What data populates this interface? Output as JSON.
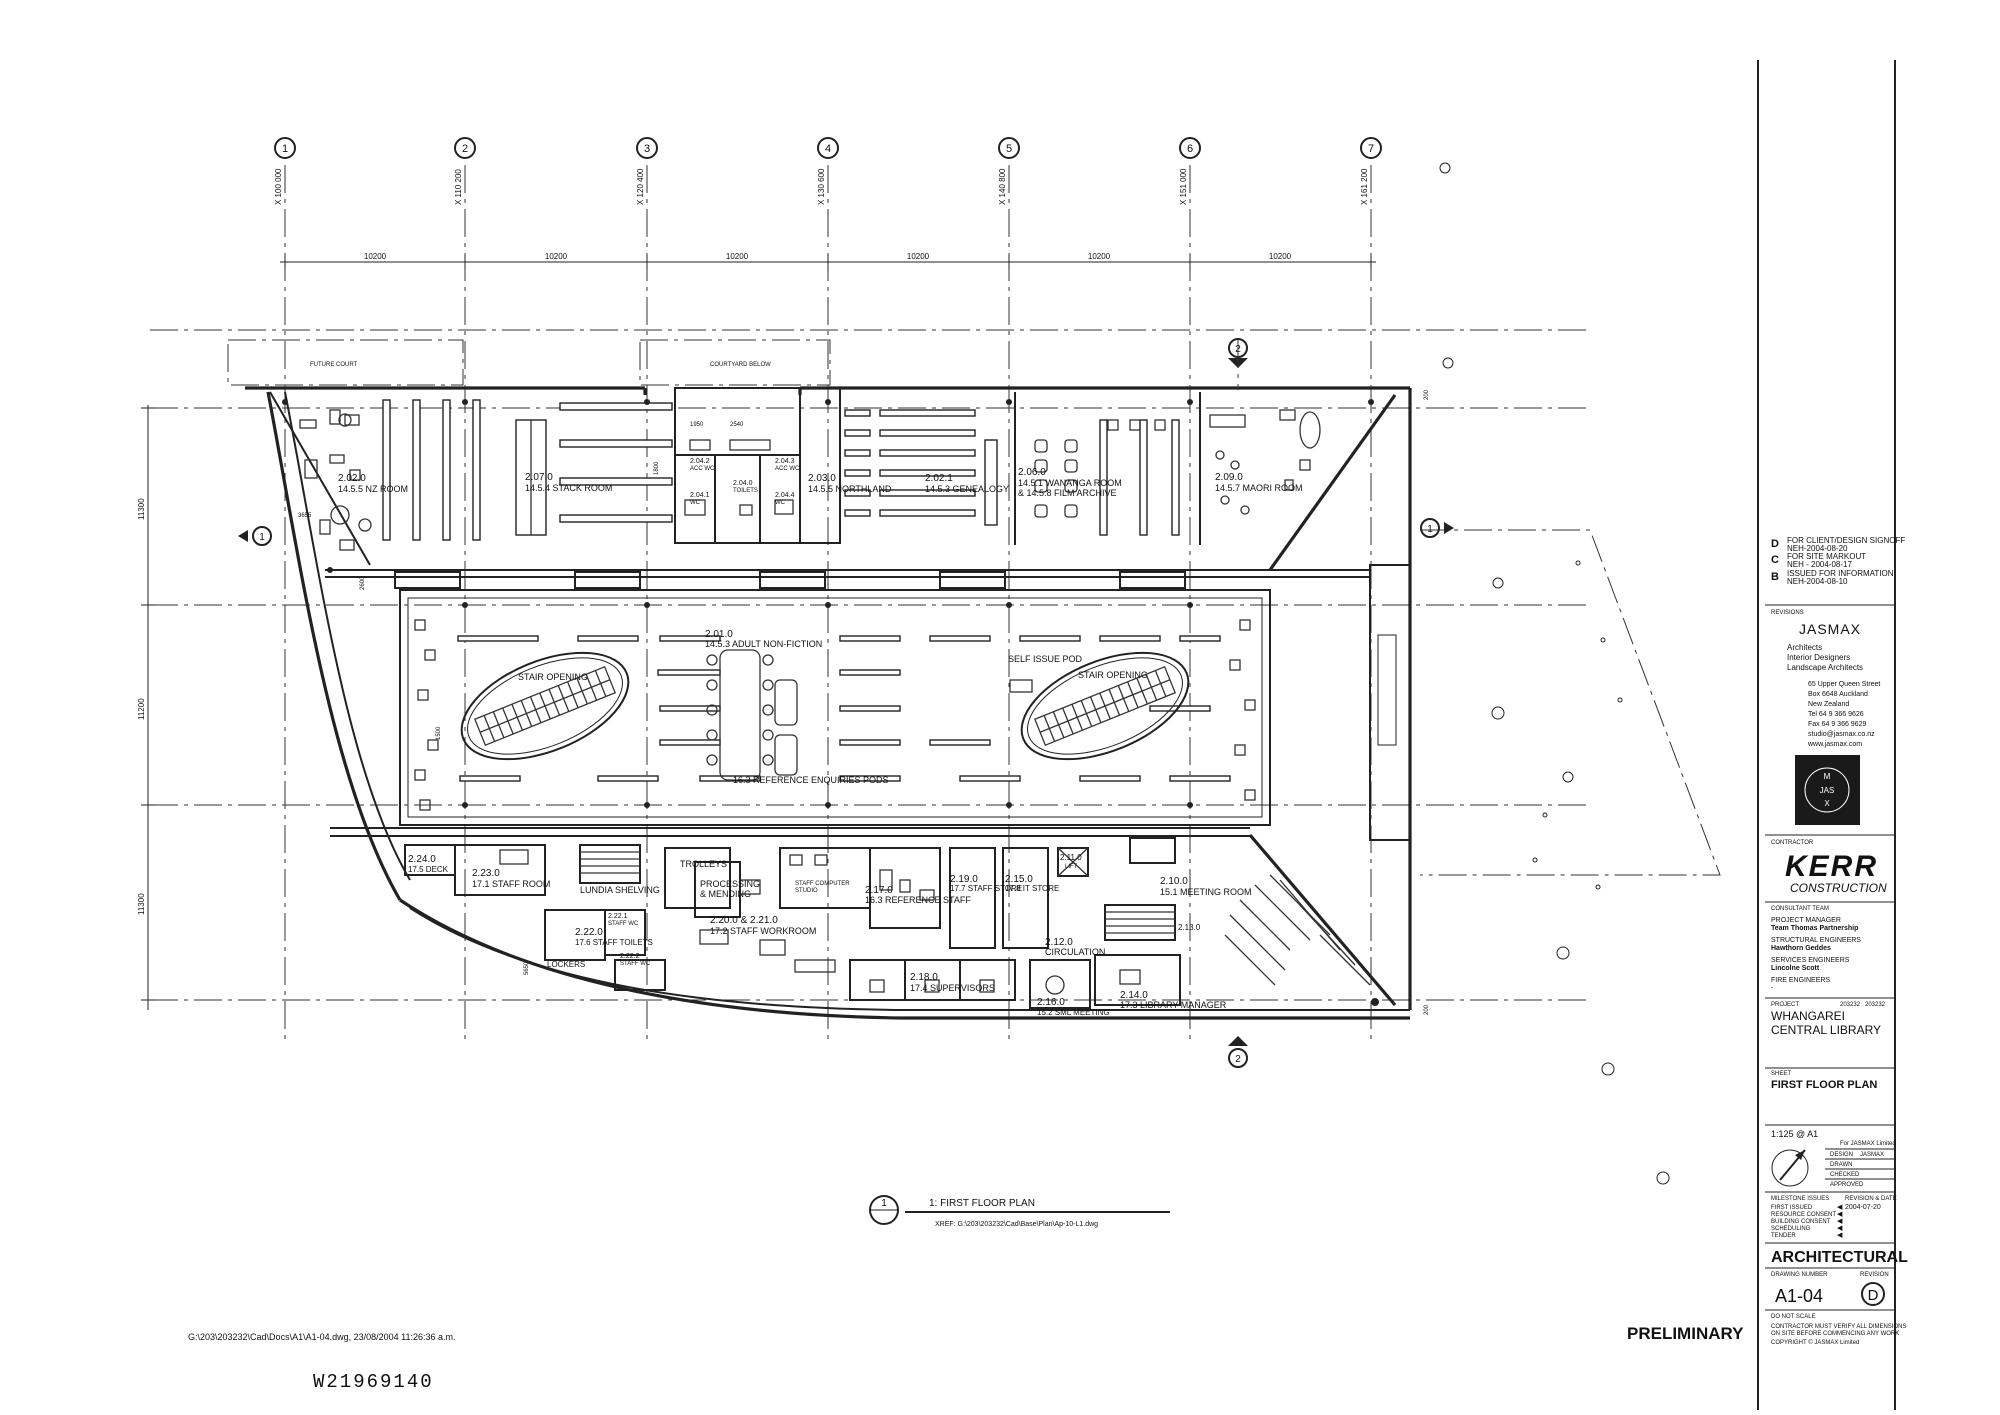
{
  "grids": [
    {
      "num": "1",
      "coord": "X 100 000"
    },
    {
      "num": "2",
      "coord": "X 110 200"
    },
    {
      "num": "3",
      "coord": "X 120 400"
    },
    {
      "num": "4",
      "coord": "X 130 600"
    },
    {
      "num": "5",
      "coord": "X 140 800"
    },
    {
      "num": "6",
      "coord": "X 151 000"
    },
    {
      "num": "7",
      "coord": "X 161 200"
    }
  ],
  "dims": {
    "bay": "10200",
    "v1": "11300",
    "v2": "11200",
    "v3": "11300",
    "misc_a": "1950",
    "misc_b": "2540",
    "misc_c": "2600",
    "misc_d": "1500",
    "misc_e": "1800",
    "misc_f": "3655",
    "misc_g": "200",
    "misc_h": "5650"
  },
  "site_labels": {
    "future_court": "FUTURE COURT",
    "courtyard": "COURTYARD BELOW"
  },
  "rooms": {
    "r2020": {
      "num": "2.02.0",
      "name": "14.5.5 NZ ROOM"
    },
    "r2070": {
      "num": "2.07.0",
      "name": "14.5.4 STACK ROOM"
    },
    "r2042": {
      "num": "2.04.2",
      "name": "ACC WC"
    },
    "r2040": {
      "num": "2.04.0",
      "name": "TOILETS"
    },
    "r2043": {
      "num": "2.04.3",
      "name": "ACC WC"
    },
    "r2041": {
      "num": "2.04.1",
      "name": "WC"
    },
    "r2044": {
      "num": "2.04.4",
      "name": "WC"
    },
    "r2030": {
      "num": "2.03.0",
      "name": "14.5.5 NORTHLAND"
    },
    "r2021": {
      "num": "2.02.1",
      "name": "14.5.3 GENEALOGY"
    },
    "r2060": {
      "num": "2.06.0",
      "name": "14.5.1 WANANGA ROOM",
      "name2": "& 14.5.8 FILM ARCHIVE"
    },
    "r2090": {
      "num": "2.09.0",
      "name": "14.5.7 MAORI ROOM"
    },
    "r2010": {
      "num": "2.01.0",
      "name": "14.5.3 ADULT NON-FICTION"
    },
    "stair1": "STAIR OPENING",
    "stair2": "STAIR OPENING",
    "self_issue": "SELF ISSUE POD",
    "ref_pods": "16.3 REFERENCE ENQUIRIES PODS",
    "r2240": {
      "num": "2.24.0",
      "name": "17.5 DECK"
    },
    "r2230": {
      "num": "2.23.0",
      "name": "17.1 STAFF ROOM"
    },
    "lundia": "LUNDIA SHELVING",
    "trolleys": "TROLLEYS",
    "processing": "PROCESSING",
    "mending": "& MENDING",
    "staff_computer": "STAFF COMPUTER",
    "studio": "STUDIO",
    "r2170": {
      "num": "2.17.0",
      "name": "16.3 REFERENCE STAFF"
    },
    "r2190": {
      "num": "2.19.0",
      "name": "17.7 STAFF STORE"
    },
    "r2150": {
      "num": "2.15.0",
      "name": "17.8 IT STORE"
    },
    "r2110": {
      "num": "2.11.0",
      "name": "LIFT"
    },
    "r2100": {
      "num": "2.10.0",
      "name": "15.1 MEETING ROOM"
    },
    "r2220": {
      "num": "2.22.0",
      "name": "17.6 STAFF TOILETS"
    },
    "r2221": {
      "num": "2.22.1",
      "name": "STAFF WC"
    },
    "r2222": {
      "num": "2.22.2",
      "name": "STAFF WC"
    },
    "lockers": "LOCKERS",
    "r2200": {
      "num": "2.20.0 & 2.21.0",
      "name": "17.2 STAFF WORKROOM"
    },
    "r2180": {
      "num": "2.18.0",
      "name": "17.4 SUPERVISORS"
    },
    "r2120": {
      "num": "2.12.0",
      "name": "CIRCULATION"
    },
    "r2130": {
      "num": "2.13.0",
      "name": ""
    },
    "r2160": {
      "num": "2.16.0",
      "name": "15.2 SML MEETING"
    },
    "r2140": {
      "num": "2.14.0",
      "name": "17.3 LIBRARY MANAGER"
    }
  },
  "section_marks": {
    "num": "2",
    "sub": "-",
    "left": "1"
  },
  "plan_title": {
    "num": "1",
    "label": "1:  FIRST FLOOR PLAN",
    "xref": "XREF: G:\\203\\203232\\Cad\\Base\\Plan\\Ap-10-L1.dwg"
  },
  "footer": {
    "path": "G:\\203\\203232\\Cad\\Docs\\A1\\A1-04.dwg, 23/08/2004 11:26:36 a.m.",
    "code": "W21969140",
    "preliminary": "PRELIMINARY"
  },
  "title_block": {
    "revisions": [
      {
        "rev": "D",
        "text": "FOR CLIENT/DESIGN SIGNOFF",
        "date": "NEH-2004-08-20"
      },
      {
        "rev": "C",
        "text": "FOR SITE MARKOUT",
        "date": "NEH - 2004-08-17"
      },
      {
        "rev": "B",
        "text": "ISSUED FOR INFORMATION",
        "date": "NEH-2004-08-10"
      }
    ],
    "revisions_label": "REVISIONS",
    "firm": "JASMAX",
    "firm_lines": [
      "Architects",
      "Interior Designers",
      "Landscape Architects"
    ],
    "address": [
      "65 Upper Queen Street",
      "Box 6648 Auckland",
      "New Zealand",
      "Tel 64 9 366 9626",
      "Fax 64 9 366 9629",
      "studio@jasmax.co.nz",
      "www.jasmax.com"
    ],
    "logo_letters": [
      "M",
      "JAS",
      "X"
    ],
    "contractor_label": "CONTRACTOR",
    "contractor": "KERR",
    "contractor_sub": "CONSTRUCTION",
    "consultant_label": "CONSULTANT TEAM",
    "consultants": [
      {
        "role": "PROJECT MANAGER",
        "name": "Team Thomas Partnership"
      },
      {
        "role": "STRUCTURAL ENGINEERS",
        "name": "Hawthorn Geddes"
      },
      {
        "role": "SERVICES ENGINEERS",
        "name": "Lincolne Scott"
      },
      {
        "role": "FIRE ENGINEERS",
        "name": "-"
      }
    ],
    "project_label": "PROJECT",
    "project_no": "203232",
    "project_no2": "203232",
    "project_name": [
      "WHANGAREI",
      "CENTRAL LIBRARY"
    ],
    "sheet_label": "SHEET",
    "sheet_name": "FIRST FLOOR PLAN",
    "scale": "1:125 @ A1",
    "for_firm": "For JASMAX Limited",
    "design_label": "DESIGN",
    "design_value": "JASMAX",
    "drawn": "DRAWN",
    "checked": "CHECKED",
    "approved": "APPROVED",
    "milestone_label": "MILESTONE ISSUES",
    "revdate_label": "REVISION & DATE",
    "milestones": [
      {
        "label": "FIRST ISSUED",
        "value": "2004-07-20"
      },
      {
        "label": "RESOURCE CONSENT",
        "value": ""
      },
      {
        "label": "BUILDING CONSENT",
        "value": ""
      },
      {
        "label": "SCHEDULING",
        "value": ""
      },
      {
        "label": "TENDER",
        "value": ""
      }
    ],
    "discipline": "ARCHITECTURAL",
    "drawing_number_label": "DRAWING NUMBER",
    "revision_label": "REVISION",
    "drawing_number": "A1-04",
    "revision": "D",
    "notes": [
      "DO NOT SCALE",
      "CONTRACTOR MUST VERIFY ALL DIMENSIONS",
      "ON SITE BEFORE COMMENCING ANY WORK",
      "COPYRIGHT © JASMAX Limited"
    ]
  }
}
